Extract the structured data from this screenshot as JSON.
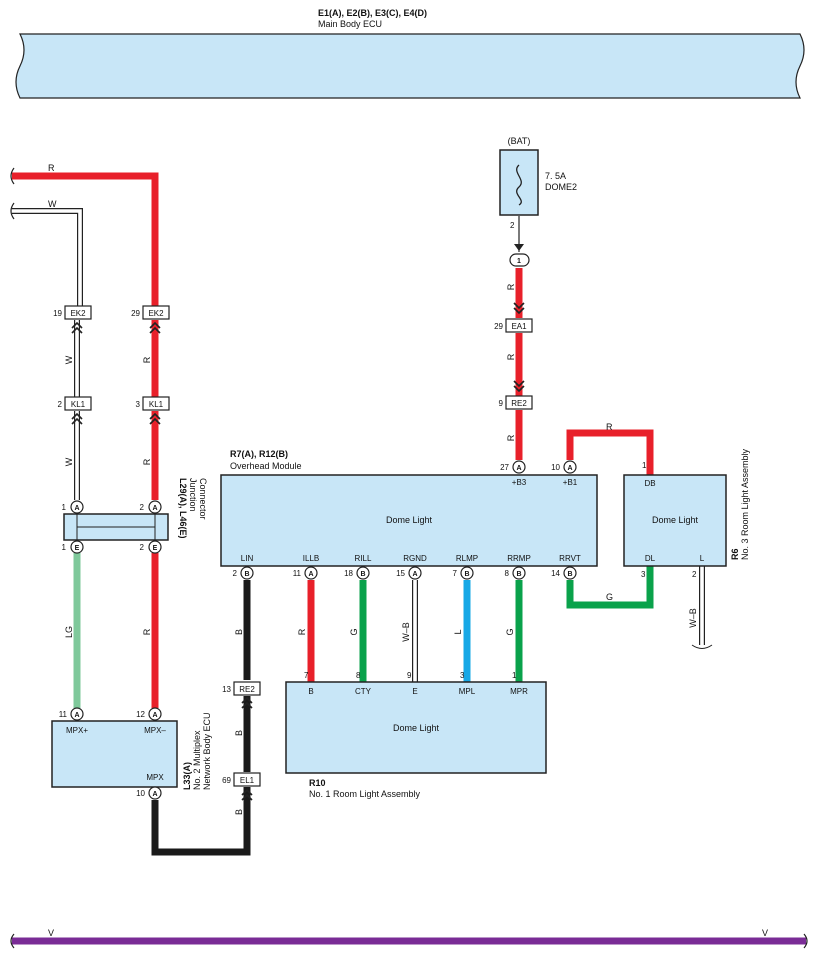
{
  "main_ecu": {
    "codes": "E1(A), E2(B), E3(C), E4(D)",
    "name": "Main Body ECU"
  },
  "bat": {
    "label": "(BAT)",
    "fuse_rating": "7. 5A",
    "fuse_name": "DOME2",
    "pin": "2",
    "junction": "1"
  },
  "connectors": {
    "ek2_left_pin": "19",
    "ek2_right_pin": "29",
    "ek2": "EK2",
    "kl1_left_pin": "2",
    "kl1_right_pin": "3",
    "kl1": "KL1",
    "ea1_pin": "29",
    "ea1": "EA1",
    "re2_top_pin": "9",
    "re2": "RE2",
    "re2_bottom_pin": "13",
    "el1_pin": "69",
    "el1": "EL1"
  },
  "junction_connector": {
    "codes": "L29(A), L46(E)",
    "name_line1": "Junction",
    "name_line2": "Connector",
    "pin_a1": "1",
    "letter_a1": "A",
    "pin_a2": "2",
    "letter_a2": "A",
    "pin_e1": "1",
    "letter_e1": "E",
    "pin_e2": "2",
    "letter_e2": "E"
  },
  "overhead_module": {
    "codes": "R7(A), R12(B)",
    "name": "Overhead Module",
    "inner": "Dome Light",
    "top_pins": [
      {
        "num": "27",
        "letter": "A",
        "label": "+B3"
      },
      {
        "num": "10",
        "letter": "A",
        "label": "+B1"
      }
    ],
    "bottom_pins": [
      {
        "num": "2",
        "letter": "B",
        "label": "LIN"
      },
      {
        "num": "11",
        "letter": "A",
        "label": "ILLB"
      },
      {
        "num": "18",
        "letter": "B",
        "label": "RILL"
      },
      {
        "num": "15",
        "letter": "A",
        "label": "RGND"
      },
      {
        "num": "7",
        "letter": "B",
        "label": "RLMP"
      },
      {
        "num": "8",
        "letter": "B",
        "label": "RRMP"
      },
      {
        "num": "14",
        "letter": "B",
        "label": "RRVT"
      }
    ]
  },
  "room3": {
    "code": "R6",
    "name": "No. 3 Room Light Assembly",
    "inner": "Dome Light",
    "pin_db_num": "1",
    "pin_db": "DB",
    "pin_dl_num": "3",
    "pin_dl": "DL",
    "pin_l_num": "2",
    "pin_l": "L"
  },
  "room1": {
    "code": "R10",
    "name": "No. 1 Room Light Assembly",
    "inner": "Dome Light",
    "pins": [
      {
        "num": "7",
        "label": "B"
      },
      {
        "num": "8",
        "label": "CTY"
      },
      {
        "num": "9",
        "label": "E"
      },
      {
        "num": "3",
        "label": "MPL"
      },
      {
        "num": "1",
        "label": "MPR"
      }
    ]
  },
  "network_ecu": {
    "code": "L33(A)",
    "name_line1": "No. 2 Multiplex",
    "name_line2": "Network Body ECU",
    "mpxp_num": "11",
    "mpxp_letter": "A",
    "mpxp": "MPX+",
    "mpxm_num": "12",
    "mpxm_letter": "A",
    "mpxm": "MPX–",
    "mpx_num": "10",
    "mpx_letter": "A",
    "mpx": "MPX"
  },
  "wire_colors": {
    "r": "R",
    "w": "W",
    "lg": "LG",
    "g": "G",
    "wb": "W–B",
    "l": "L",
    "b": "B",
    "v": "V"
  },
  "colors": {
    "red": "#e8202a",
    "green": "#0aa24b",
    "light_green": "#7fc99b",
    "blue": "#17a8e6",
    "black": "#1a1a1a",
    "purple": "#7a2c96",
    "box_fill": "#c8e6f7"
  }
}
